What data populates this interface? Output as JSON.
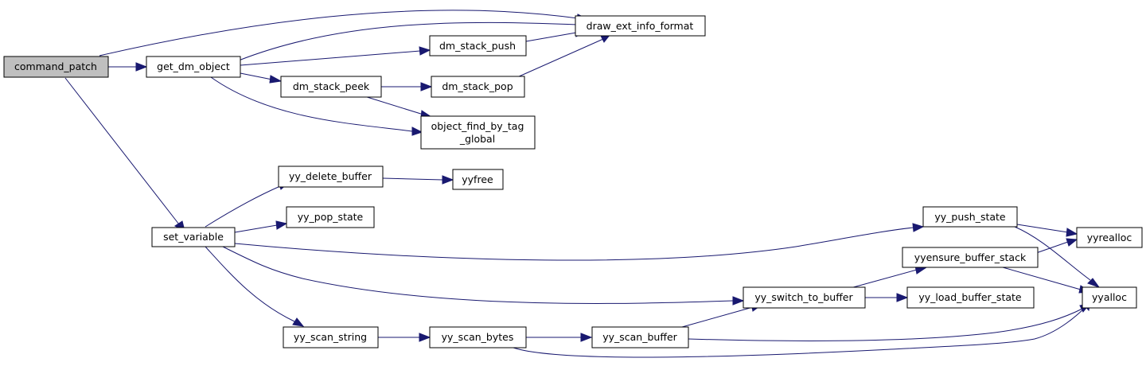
{
  "colors": {
    "node_fill": "#ffffff",
    "root_fill": "#bfbfbf",
    "node_border": "#000000",
    "edge": "#191970"
  },
  "nodes": {
    "command_patch": "command_patch",
    "get_dm_object": "get_dm_object",
    "draw_ext_info_format": "draw_ext_info_format",
    "dm_stack_push": "dm_stack_push",
    "dm_stack_peek": "dm_stack_peek",
    "dm_stack_pop": "dm_stack_pop",
    "object_find_by_tag_global_1": "object_find_by_tag",
    "object_find_by_tag_global_2": "_global",
    "set_variable": "set_variable",
    "yy_delete_buffer": "yy_delete_buffer",
    "yyfree": "yyfree",
    "yy_pop_state": "yy_pop_state",
    "yy_push_state": "yy_push_state",
    "yyrealloc": "yyrealloc",
    "yyensure_buffer_stack": "yyensure_buffer_stack",
    "yyalloc": "yyalloc",
    "yy_switch_to_buffer": "yy_switch_to_buffer",
    "yy_load_buffer_state": "yy_load_buffer_state",
    "yy_scan_string": "yy_scan_string",
    "yy_scan_bytes": "yy_scan_bytes",
    "yy_scan_buffer": "yy_scan_buffer"
  }
}
